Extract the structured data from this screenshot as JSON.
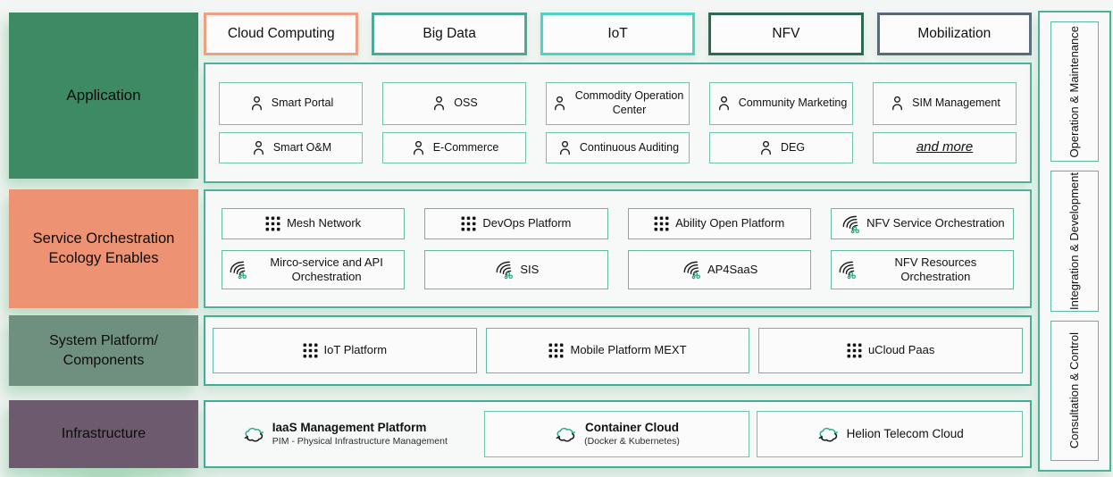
{
  "left_labels": [
    {
      "label": "Application"
    },
    {
      "label": "Service Orchestration Ecology Enables"
    },
    {
      "label": "System Platform/ Components"
    },
    {
      "label": "Infrastructure"
    }
  ],
  "top_tabs": [
    {
      "label": "Cloud Computing",
      "border_color": "#efa083"
    },
    {
      "label": "Big Data",
      "border_color": "#4aa99b"
    },
    {
      "label": "IoT",
      "border_color": "#4ad5c6"
    },
    {
      "label": "NFV",
      "border_color": "#2d6a54"
    },
    {
      "label": "Mobilization",
      "border_color": "#5b6a79"
    }
  ],
  "application": {
    "rows": [
      [
        {
          "label": "Smart Portal",
          "icon": "user-icon"
        },
        {
          "label": "OSS",
          "icon": "user-icon"
        },
        {
          "label": "Commodity Operation Center",
          "icon": "user-icon"
        },
        {
          "label": "Community Marketing",
          "icon": "user-icon"
        },
        {
          "label": "SIM Management",
          "icon": "user-icon"
        }
      ],
      [
        {
          "label": "Smart O&M",
          "icon": "user-icon"
        },
        {
          "label": "E-Commerce",
          "icon": "user-icon"
        },
        {
          "label": "Continuous Auditing",
          "icon": "user-icon"
        },
        {
          "label": "DEG",
          "icon": "user-icon"
        },
        {
          "label": "and more",
          "icon": "none"
        }
      ]
    ]
  },
  "service": {
    "rows": [
      [
        {
          "label": "Mesh Network",
          "icon": "grid-icon"
        },
        {
          "label": "DevOps Platform",
          "icon": "grid-icon"
        },
        {
          "label": "Ability Open Platform",
          "icon": "grid-icon"
        },
        {
          "label": "NFV Service Orchestration",
          "icon": "orchestration-icon"
        }
      ],
      [
        {
          "label": "Mirco-service and API Orchestration",
          "icon": "orchestration-icon"
        },
        {
          "label": "SIS",
          "icon": "orchestration-icon"
        },
        {
          "label": "AP4SaaS",
          "icon": "orchestration-icon"
        },
        {
          "label": "NFV Resources Orchestration",
          "icon": "orchestration-icon"
        }
      ]
    ]
  },
  "system": {
    "items": [
      {
        "label": "IoT Platform",
        "icon": "grid-icon"
      },
      {
        "label": "Mobile Platform MEXT",
        "icon": "grid-icon"
      },
      {
        "label": "uCloud Paas",
        "icon": "grid-icon"
      }
    ]
  },
  "infrastructure": {
    "items": [
      {
        "title": "IaaS Management Platform",
        "subtitle": "PIM - Physical Infrastructure Management",
        "icon": "cloud-sync-icon"
      },
      {
        "title": "Container Cloud",
        "subtitle": "(Docker & Kubernetes)",
        "icon": "cloud-sync-icon"
      },
      {
        "title": "Helion Telecom Cloud",
        "subtitle": "",
        "icon": "cloud-sync-icon"
      }
    ]
  },
  "right_panel": {
    "items": [
      {
        "label": "Operation & Maintenance"
      },
      {
        "label": "Integration & Development"
      },
      {
        "label": "Consultation & Control"
      }
    ]
  },
  "colors": {
    "application_label_bg": "#3e8a64",
    "service_label_bg": "#ed9373",
    "system_label_bg": "#70907f",
    "infrastructure_label_bg": "#6d5a6e",
    "container_border": "#4db19a",
    "item_border": "#72c3ad",
    "icon_green": "#2fae7e",
    "icon_black": "#1a1a1a"
  }
}
